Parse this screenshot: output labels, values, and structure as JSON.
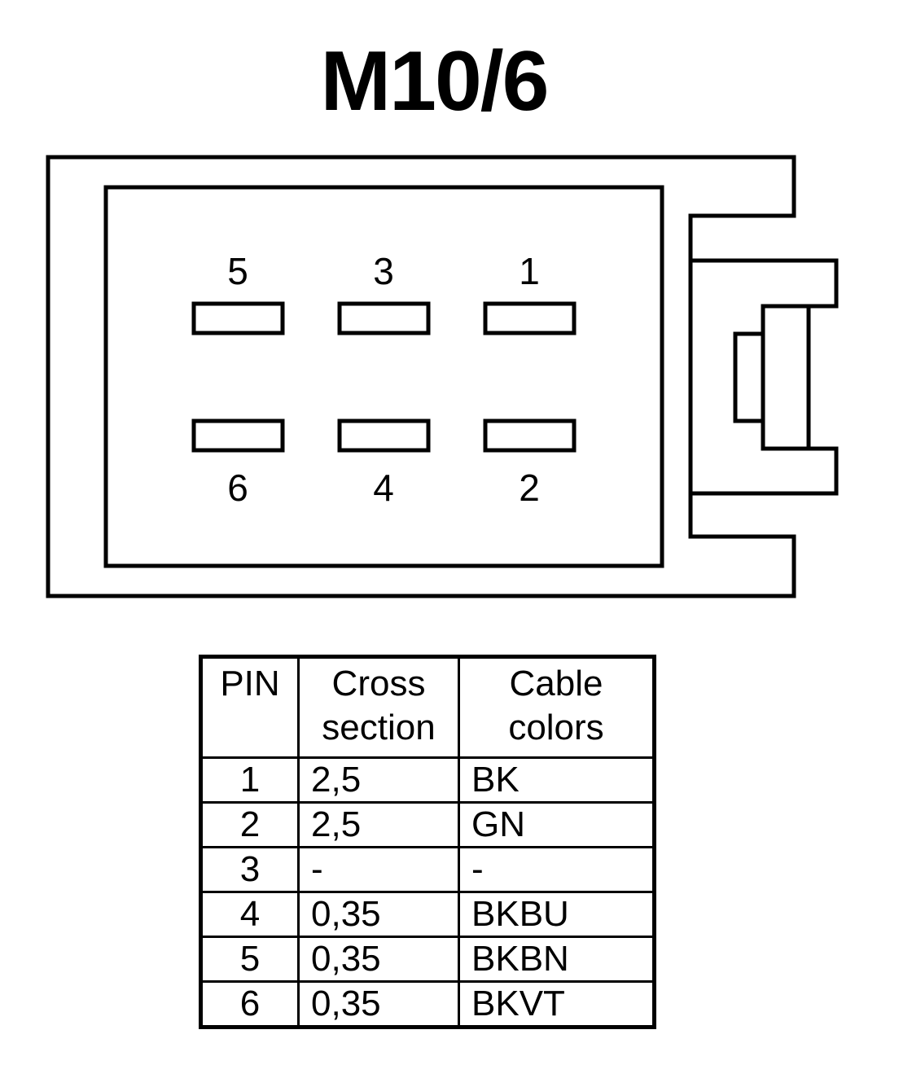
{
  "title": "M10/6",
  "pins": {
    "top": [
      "5",
      "3",
      "1"
    ],
    "bottom": [
      "6",
      "4",
      "2"
    ]
  },
  "table": {
    "headers": {
      "pin": "PIN",
      "cross_line1": "Cross",
      "cross_line2": "section",
      "color_line1": "Cable",
      "color_line2": "colors"
    },
    "rows": [
      {
        "pin": "1",
        "cross": "2,5",
        "color": "BK"
      },
      {
        "pin": "2",
        "cross": "2,5",
        "color": "GN"
      },
      {
        "pin": "3",
        "cross": "-",
        "color": "-"
      },
      {
        "pin": "4",
        "cross": "0,35",
        "color": "BKBU"
      },
      {
        "pin": "5",
        "cross": "0,35",
        "color": "BKBN"
      },
      {
        "pin": "6",
        "cross": "0,35",
        "color": "BKVT"
      }
    ]
  }
}
